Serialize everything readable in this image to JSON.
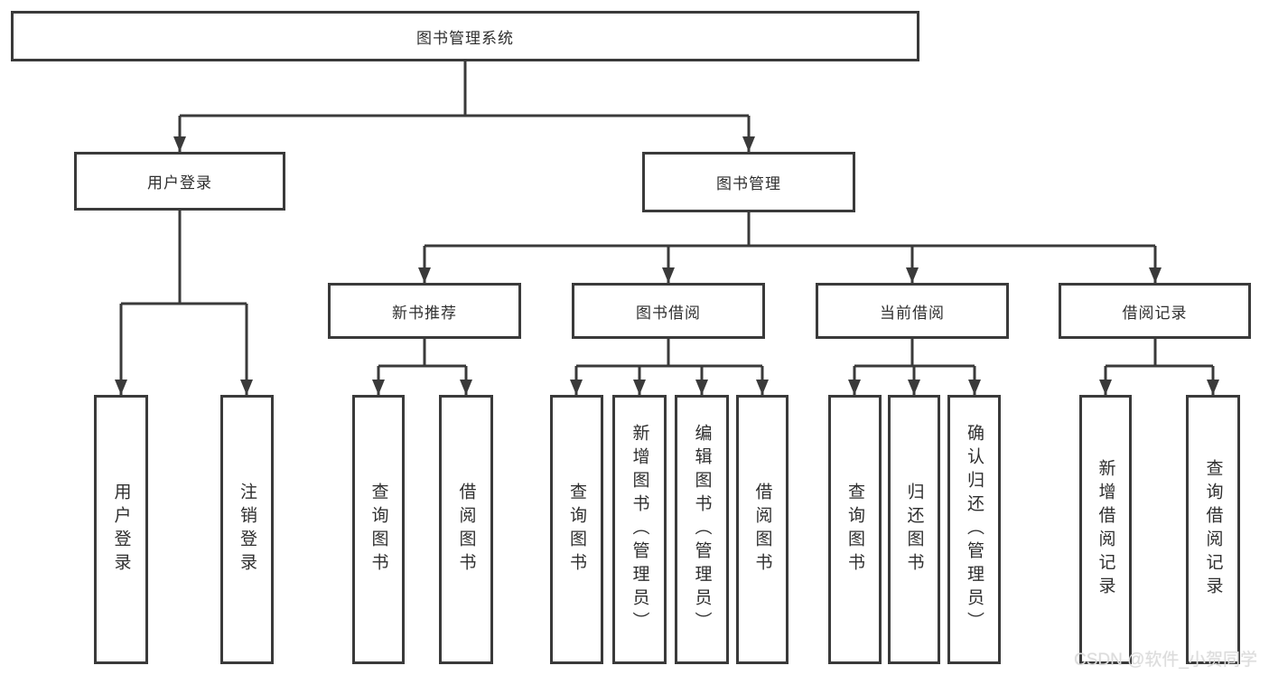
{
  "colors": {
    "line": "#3a3a3a",
    "background": "#ffffff",
    "text": "#2f2f2f",
    "watermark": "#dcdcdc"
  },
  "watermark": "CSDN @软件_小贺同学",
  "tree": {
    "root": {
      "label": "图书管理系统"
    },
    "user_login": {
      "label": "用户登录",
      "children": [
        "用户登录",
        "注销登录"
      ]
    },
    "book_mgmt": {
      "label": "图书管理"
    },
    "new_book": {
      "label": "新书推荐",
      "children": [
        "查询图书",
        "借阅图书"
      ]
    },
    "book_borrow": {
      "label": "图书借阅",
      "children": [
        "查询图书",
        "新增图书（管理员）",
        "编辑图书（管理员）",
        "借阅图书"
      ]
    },
    "current_borrow": {
      "label": "当前借阅",
      "children": [
        "查询图书",
        "归还图书",
        "确认归还（管理员）"
      ]
    },
    "borrow_record": {
      "label": "借阅记录",
      "children": [
        "新增借阅记录",
        "查询借阅记录"
      ]
    }
  }
}
